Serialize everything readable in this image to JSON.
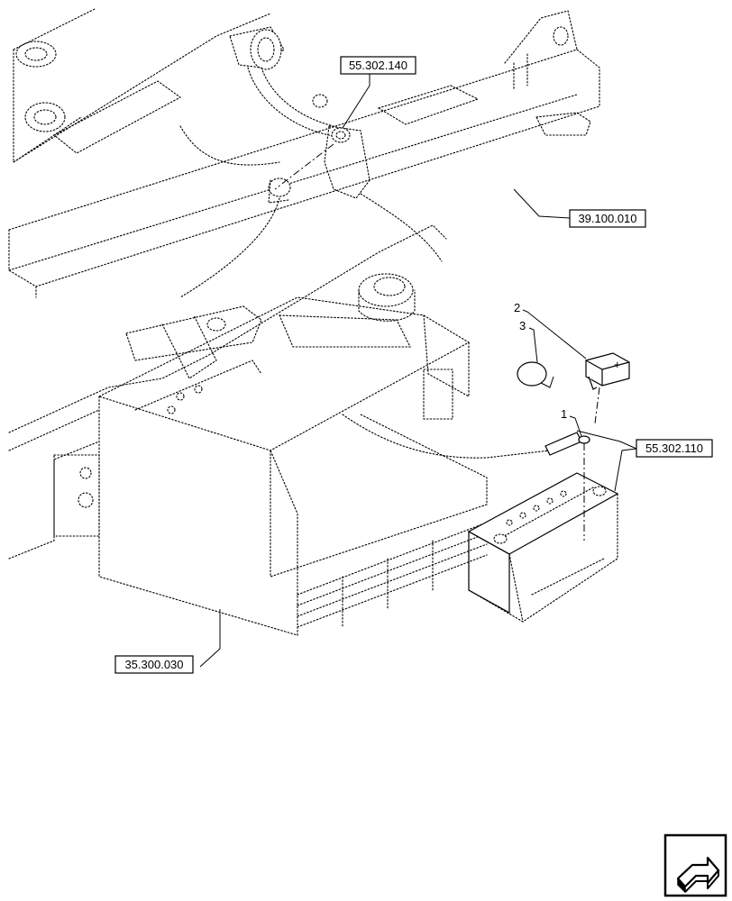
{
  "references": {
    "ref_top": "55.302.140",
    "ref_frame": "39.100.010",
    "ref_battery": "55.302.110",
    "ref_box": "35.300.030"
  },
  "callouts": {
    "item_1": "1",
    "item_2": "2",
    "item_3": "3",
    "terminal_plus": "+"
  },
  "icons": {
    "nav": "next-page-arrow-icon"
  }
}
